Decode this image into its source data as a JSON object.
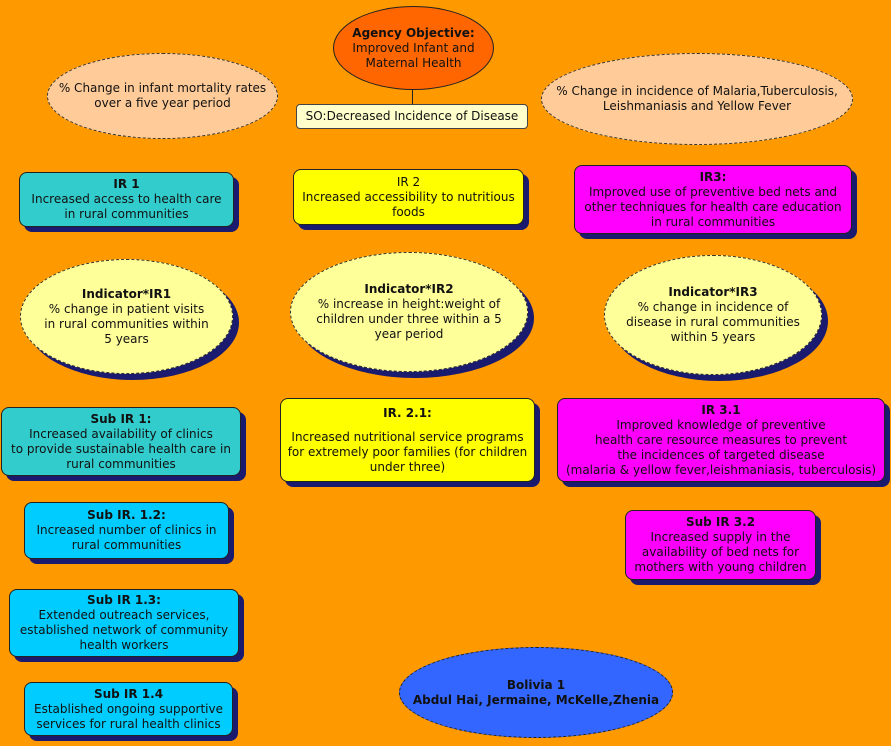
{
  "agency": {
    "title": "Agency Objective:",
    "text": "Improved Infant and\nMaternal Health"
  },
  "so": {
    "text": "SO:Decreased Incidence of Disease"
  },
  "indicators_top": {
    "left": "% Change in infant mortality rates\nover a five year period",
    "right": "% Change in incidence of Malaria,Tuberculosis,\nLeishmaniasis and Yellow Fever"
  },
  "ir1": {
    "title": "IR 1",
    "text": "Increased access to health care\nin rural communities"
  },
  "ir2": {
    "title": "IR 2",
    "text": "Increased accessibility to nutritious\nfoods"
  },
  "ir3": {
    "title": "IR3:",
    "text": "Improved use of preventive bed nets and\nother techniques for health care education\nin rural communities"
  },
  "ind1": {
    "title": "Indicator*IR1",
    "text": "% change in patient visits\nin rural communities within\n5 years"
  },
  "ind2": {
    "title": "Indicator*IR2",
    "text": "% increase in height:weight of\nchildren under three within a 5\nyear period"
  },
  "ind3": {
    "title": "Indicator*IR3",
    "text": "% change in incidence of\ndisease in rural communities\nwithin 5 years"
  },
  "sub11": {
    "title": "Sub IR 1:",
    "text": "Increased availability of clinics\nto provide sustainable health care in\nrural communities"
  },
  "ir21": {
    "title": "IR. 2.1:",
    "text": "Increased nutritional service programs\nfor extremely poor families (for children\nunder three)"
  },
  "ir31": {
    "title": "IR 3.1",
    "text": "Improved knowledge of preventive\nhealth care resource measures to prevent\nthe incidences of targeted disease\n(malaria & yellow fever,leishmaniasis, tuberculosis)"
  },
  "sub12": {
    "title": "Sub IR. 1.2:",
    "text": "Increased number of clinics in\nrural communities"
  },
  "sub32": {
    "title": "Sub IR 3.2",
    "text": "Increased supply in the\navailability of bed nets for\nmothers with young children"
  },
  "sub13": {
    "title": "Sub IR 1.3:",
    "text": "Extended outreach services,\nestablished network of community\nhealth workers"
  },
  "sub14": {
    "title": "Sub IR 1.4",
    "text": "Established ongoing supportive\nservices for rural health clinics"
  },
  "team": {
    "title": "Bolivia 1",
    "text": "Abdul Hai, Jermaine, McKelle,Zhenia"
  },
  "colors": {
    "background": "#FF9900",
    "teal": "#33CCCC",
    "cyan": "#00CCFF",
    "yellow": "#FFFF00",
    "magenta": "#FF00FF",
    "peach": "#FFCC99",
    "light_yellow": "#FFFF99",
    "agency_fill": "#FF6600",
    "team_fill": "#3366FF"
  }
}
